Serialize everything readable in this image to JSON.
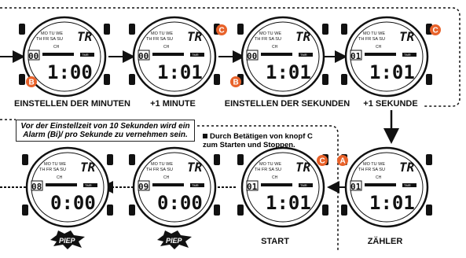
{
  "labels": {
    "set_minutes": "EINSTELLEN DER MINUTEN",
    "plus_minute": "+1 MINUTE",
    "set_seconds": "EINSTELLEN DER SEKUNDEN",
    "plus_second": "+1 SEKUNDE",
    "start": "START",
    "counter": "ZÄHLER"
  },
  "note": "Vor der Einstellzeit von 10 Sekunden wird ein Alarm (Bi)/ pro Sekunde zu vernehmen sein.",
  "bullet": "Durch Betätigen von knopf C zum Starten und Stoppen.",
  "piep": "PIEP",
  "buttons": {
    "a": "A",
    "b": "B",
    "c": "C"
  },
  "watches": [
    {
      "days": "MO TU WE",
      "days2": "TH FR SA SU",
      "mode": "TR",
      "ch": "CH",
      "left": "00",
      "main": "1:00",
      "tag": "TMR"
    },
    {
      "days": "MO TU WE",
      "days2": "TH FR SA SU",
      "mode": "TR",
      "ch": "CH",
      "left": "00",
      "main": "1:01",
      "tag": "TMR"
    },
    {
      "days": "MO TU WE",
      "days2": "TH FR SA SU",
      "mode": "TR",
      "ch": "CH",
      "left": "00",
      "main": "1:01",
      "tag": "TMR"
    },
    {
      "days": "MO TU WE",
      "days2": "TH FR SA SU",
      "mode": "TR",
      "ch": "CH",
      "left": "01",
      "main": "1:01",
      "tag": "TMR"
    },
    {
      "days": "MO TU WE",
      "days2": "TH FR SA SU",
      "mode": "TR",
      "ch": "CH",
      "left": "01",
      "main": "1:01",
      "tag": "TMR"
    },
    {
      "days": "MO TU WE",
      "days2": "TH FR SA SU",
      "mode": "TR",
      "ch": "CH",
      "left": "01",
      "main": "1:01",
      "tag": "TMR"
    },
    {
      "days": "MO TU WE",
      "days2": "TH FR SA SU",
      "mode": "TR",
      "ch": "CH",
      "left": "09",
      "main": "0:00",
      "tag": "TMR"
    },
    {
      "days": "MO TU WE",
      "days2": "TH FR SA SU",
      "mode": "TR",
      "ch": "CH",
      "left": "08",
      "main": "0:00",
      "tag": "TMR"
    }
  ],
  "colors": {
    "button": "#e8622a",
    "line": "#111111"
  }
}
